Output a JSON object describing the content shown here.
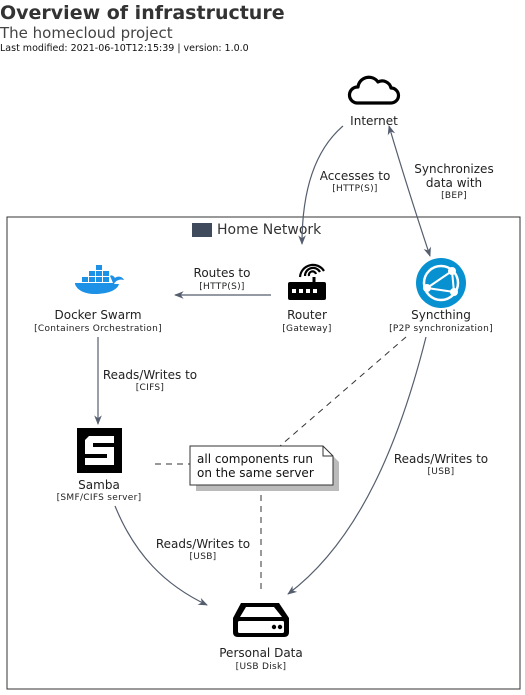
{
  "header": {
    "title": "Overview of infrastructure",
    "subtitle": "The homecloud project",
    "meta": "Last modified: 2021-06-10T12:15:39 | version: 1.0.0"
  },
  "boundary": {
    "label": "Home Network"
  },
  "nodes": {
    "internet": {
      "label": "Internet",
      "tech": "",
      "icon": "cloud-icon"
    },
    "router": {
      "label": "Router",
      "tech": "[Gateway]",
      "icon": "router-icon"
    },
    "syncthing": {
      "label": "Syncthing",
      "tech": "[P2P synchronization]",
      "icon": "syncthing-icon"
    },
    "docker": {
      "label": "Docker Swarm",
      "tech": "[Containers Orchestration]",
      "icon": "docker-icon"
    },
    "samba": {
      "label": "Samba",
      "tech": "[SMF/CIFS server]",
      "icon": "samba-icon"
    },
    "data": {
      "label": "Personal Data",
      "tech": "[USB Disk]",
      "icon": "hdd-icon"
    }
  },
  "edges": {
    "internet_router": {
      "label": "Accesses to",
      "tech": "[HTTP(S)]"
    },
    "internet_syncthing": {
      "label_line1": "Synchronizes",
      "label_line2": "data with",
      "tech": "[BEP]"
    },
    "router_docker": {
      "label": "Routes to",
      "tech": "[HTTP(S)]"
    },
    "docker_samba": {
      "label": "Reads/Writes to",
      "tech": "[CIFS]"
    },
    "samba_data": {
      "label": "Reads/Writes to",
      "tech": "[USB]"
    },
    "syncthing_data": {
      "label": "Reads/Writes to",
      "tech": "[USB]"
    }
  },
  "note": {
    "line1": "all components run",
    "line2": "on the same server"
  },
  "colors": {
    "edge": "#555e6e",
    "boundary_swatch": "#3f4a5c",
    "docker_blue": "#1d91e6",
    "syncthing_blue": "#0891d1"
  }
}
